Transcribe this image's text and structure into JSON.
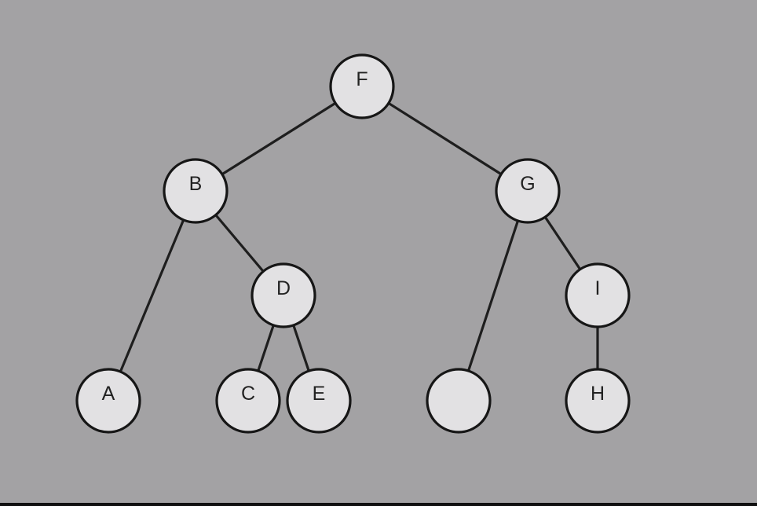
{
  "diagram": {
    "background": "#a3a2a4",
    "node_fill": "#e2e1e3",
    "stroke_color": "#161616",
    "nodes": [
      {
        "id": "F",
        "label": "F"
      },
      {
        "id": "B",
        "label": "B"
      },
      {
        "id": "G",
        "label": "G"
      },
      {
        "id": "A",
        "label": "A"
      },
      {
        "id": "D",
        "label": "D"
      },
      {
        "id": "C",
        "label": "C"
      },
      {
        "id": "E",
        "label": "E"
      },
      {
        "id": "G-left-child",
        "label": ""
      },
      {
        "id": "I",
        "label": "I"
      },
      {
        "id": "H",
        "label": "H"
      }
    ],
    "edges": [
      {
        "from": "F",
        "to": "B"
      },
      {
        "from": "F",
        "to": "G"
      },
      {
        "from": "B",
        "to": "A"
      },
      {
        "from": "B",
        "to": "D"
      },
      {
        "from": "D",
        "to": "C"
      },
      {
        "from": "D",
        "to": "E"
      },
      {
        "from": "G",
        "to": "G-left-child"
      },
      {
        "from": "G",
        "to": "I"
      },
      {
        "from": "I",
        "to": "H"
      }
    ]
  }
}
